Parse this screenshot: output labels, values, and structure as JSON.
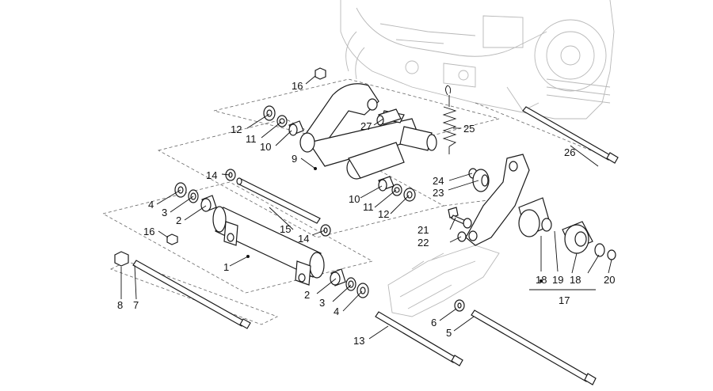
{
  "diagram": {
    "callouts": [
      {
        "id": "c16a",
        "text": "16"
      },
      {
        "id": "c27",
        "text": "27"
      },
      {
        "id": "c25",
        "text": "25"
      },
      {
        "id": "c12a",
        "text": "12"
      },
      {
        "id": "c11a",
        "text": "11"
      },
      {
        "id": "c10a",
        "text": "10"
      },
      {
        "id": "c9",
        "text": "9"
      },
      {
        "id": "c26",
        "text": "26"
      },
      {
        "id": "c14a",
        "text": "14"
      },
      {
        "id": "c24",
        "text": "24"
      },
      {
        "id": "c23",
        "text": "23"
      },
      {
        "id": "c10b",
        "text": "10"
      },
      {
        "id": "c11b",
        "text": "11"
      },
      {
        "id": "c12b",
        "text": "12"
      },
      {
        "id": "c4a",
        "text": "4"
      },
      {
        "id": "c3a",
        "text": "3"
      },
      {
        "id": "c2a",
        "text": "2"
      },
      {
        "id": "c15",
        "text": "15"
      },
      {
        "id": "c14b",
        "text": "14"
      },
      {
        "id": "c16b",
        "text": "16"
      },
      {
        "id": "c21",
        "text": "21"
      },
      {
        "id": "c22",
        "text": "22"
      },
      {
        "id": "c1",
        "text": "1"
      },
      {
        "id": "c2b",
        "text": "2"
      },
      {
        "id": "c3b",
        "text": "3"
      },
      {
        "id": "c4b",
        "text": "4"
      },
      {
        "id": "c8",
        "text": "8"
      },
      {
        "id": "c7",
        "text": "7"
      },
      {
        "id": "c18a",
        "text": "18"
      },
      {
        "id": "c19",
        "text": "19"
      },
      {
        "id": "c18b",
        "text": "18"
      },
      {
        "id": "c20",
        "text": "20"
      },
      {
        "id": "c17",
        "text": "17"
      },
      {
        "id": "c6",
        "text": "6"
      },
      {
        "id": "c5",
        "text": "5"
      },
      {
        "id": "c13",
        "text": "13"
      }
    ]
  }
}
